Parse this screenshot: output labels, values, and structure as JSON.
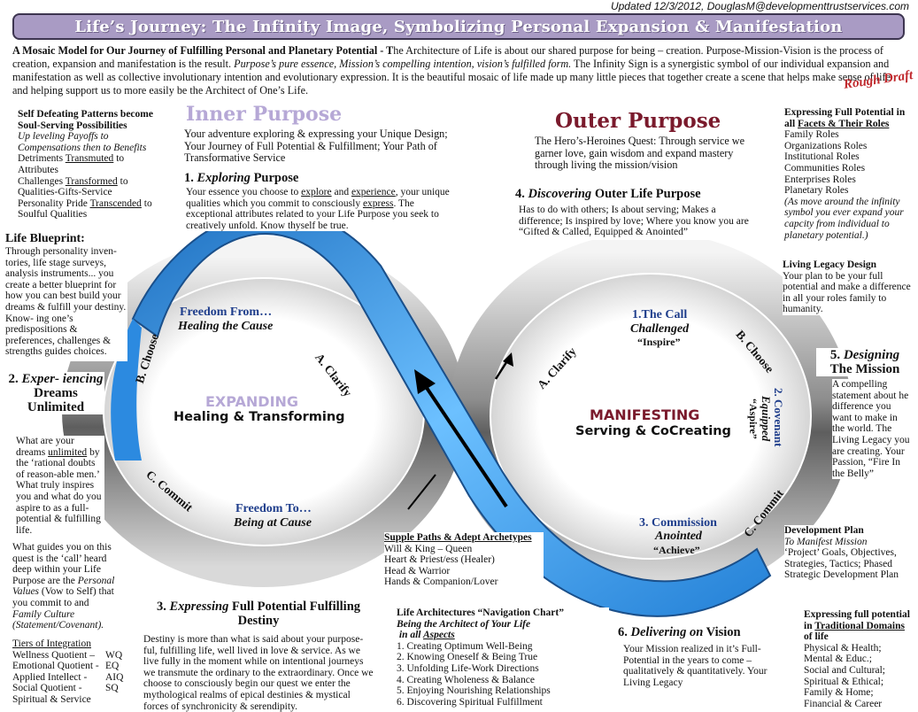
{
  "updated": "Updated 12/3/2012, DouglasM@developmenttrustservices.com",
  "title": "Life’s Journey: The Infinity Image, Symbolizing Personal Expansion & Manifestation",
  "intro": {
    "lead": "A Mosaic Model for Our Journey of Fulfilling Personal and Planetary Potential - T",
    "p1": "he Architecture of Life is about our shared purpose for being – creation. Purpose-Mission-Vision is the process of creation, expansion and manifestation is the result.",
    "p1_italic": "Purpose’s pure essence, Mission’s compelling intention, vision’s fulfilled form.",
    "p2": "The Infinity Sign is a synergistic symbol of our individual expansion and manifestation as well as collective involutionary intention and evolutionary expression. It is the beautiful mosaic of life made up many little pieces that together create a scene that helps make sense of life and helping support us to more easily be the Architect of One’s Life."
  },
  "rough_draft": "Rough Draft",
  "self_defeating": {
    "title": "Self Defeating Patterns become Soul-Serving Possibilities",
    "line1": "Up leveling Payoffs to Compensations then to Benefits",
    "d_pre": "Detriments ",
    "d_u": "Transmuted",
    "d_post": " to Attributes",
    "c_pre": "Challenges ",
    "c_u": "Transformed",
    "c_post": " to Qualities-Gifts-Service",
    "p_pre": "Personality Pride ",
    "p_u": "Transcended",
    "p_post": " to Soulful Qualities"
  },
  "life_blueprint": {
    "title": "Life Blueprint:",
    "body": "Through personality inven- tories, life stage surveys, analysis instruments... you create a better blueprint for how you can best build your dreams & fulfill your destiny. Know- ing one’s predispositions & preferences, challenges & strengths guides choices."
  },
  "experiencing": {
    "num": "2.",
    "word": "Exper- iencing",
    "rest": "Dreams Unlimited",
    "p_pre": "What are your dreams ",
    "p_u": "unlimited",
    "p_post": " by the ‘rational doubts of reason-able men.’ What truly inspires you and what do you aspire to as a full-potential & fulfilling life.",
    "q_pre": "What guides you on this quest is the ‘call’ heard deep within your Life Purpose are the ",
    "q_it1": "Personal Values",
    "q_mid": " (Vow to Self) that you commit to and ",
    "q_it2": "Family Culture (Statement/Covenant)."
  },
  "tiers": {
    "title": "Tiers of Integration",
    "rows": [
      {
        "label": "Wellness Quotient –",
        "code": "WQ"
      },
      {
        "label": "Emotional Quotient -",
        "code": "EQ"
      },
      {
        "label": "Applied Intellect -",
        "code": "AIQ"
      },
      {
        "label": "Social Quotient -",
        "code": "SQ"
      },
      {
        "label": "Spiritual & Service",
        "code": ""
      }
    ]
  },
  "inner": {
    "title": "Inner Purpose",
    "text": "Your adventure exploring & expressing your Unique Design; Your Journey of Full Potential & Fulfillment; Your Path of Transformative Service",
    "exploring_num": "1.",
    "exploring_word": "Exploring",
    "exploring_rest": "Purpose",
    "exploring_pre": "Your essence you choose to ",
    "exploring_u1": "explore",
    "exploring_and": " and ",
    "exploring_u2": "experience",
    "exploring_mid": ", your unique qualities which you commit to consciously ",
    "exploring_u3": "express",
    "exploring_post": ". The exceptional attributes related to your Life Purpose you seek to creatively unfold. Know thyself be true."
  },
  "outer": {
    "title": "Outer Purpose",
    "text": "The Hero’s-Heroines Quest: Through service we garner love, gain wisdom and expand mastery through living the mission/vision",
    "discovering_num": "4.",
    "discovering_word": "Discovering",
    "discovering_rest": "Outer Life Purpose",
    "discovering_text": "Has to do with others; Is about serving; Makes a difference; Is inspired by love; Where you know you are “Gifted & Called, Equipped & Anointed”"
  },
  "full_potential": {
    "title_pre": "Expressing Full Potential in all ",
    "title_u": "Facets & Their Roles",
    "roles": [
      "Family Roles",
      "Organizations Roles",
      "Institutional Roles",
      "Communities Roles",
      "Enterprises Roles",
      "Planetary Roles"
    ],
    "note": "(As move around the infinity symbol you ever expand your capcity from individual to planetary potential.)"
  },
  "living_legacy": {
    "title": "Living Legacy Design",
    "text": "Your plan to be your full potential and make a difference in all your roles family to humanity."
  },
  "designing": {
    "num": "5.",
    "word": "Designing",
    "rest": "The Mission",
    "text": "A compelling statement about he difference you want to make in the world. The Living Legacy you are creating. Your Passion, “Fire In the Belly”"
  },
  "development": {
    "title": "Development Plan",
    "sub": "To Manifest Mission",
    "text": "‘Project’ Goals, Objectives, Strategies, Tactics; Phased Strategic Development Plan"
  },
  "traditional": {
    "title_pre": "Expressing full potential in ",
    "title_u": "Traditional Domains",
    "title_post": " of life",
    "items": [
      "Physical & Health;",
      "Mental & Educ.;",
      "Social and Cultural;",
      "Spiritual & Ethical;",
      "Family & Home;",
      "Financial & Career"
    ]
  },
  "expressing": {
    "num": "3.",
    "word": "Expressing",
    "rest": "Full Potential Fulfilling Destiny",
    "text": "Destiny is more than what is said about your purpose-ful, fulfilling life, well lived in love & service. As we live fully in the moment while on intentional journeys we transmute the ordinary to the extraordinary. Once we choose to consciously begin our quest we enter the mythological realms of epical destinies & mystical forces of synchronicity & serendipity."
  },
  "supple": {
    "title": "Supple Paths & Adept Archetypes",
    "items": [
      "Will & King – Queen",
      "Heart & Priest/ess (Healer)",
      "Head & Warrior",
      "Hands & Companion/Lover"
    ]
  },
  "nav": {
    "title": "Life Architectures “Navigation Chart”",
    "sub1": "Being the Architect of Your Life",
    "sub2_pre": "in all ",
    "sub2_u": "Aspects",
    "items": [
      "1. Creating Optimum Well-Being",
      "2. Knowing Oneself & Being True",
      "3. Unfolding Life-Work Directions",
      "4. Creating Wholeness & Balance",
      "5. Enjoying Nourishing Relationships",
      "6. Discovering Spiritual Fulfillment"
    ]
  },
  "delivering": {
    "num": "6.",
    "word": "Delivering",
    "on": "on",
    "rest": "Vision",
    "text": "Your Mission realized in it’s Full-Potential in the years to come – qualitatively & quantitatively. Your Living Legacy"
  },
  "left_circle": {
    "freedom_from": "Freedom From…",
    "healing_cause": "Healing the Cause",
    "choose": "B. Choose",
    "clarify": "A. Clarify",
    "commit": "C. Commit",
    "expanding": "EXPANDING",
    "healing_transforming": "Healing & Transforming",
    "freedom_to": "Freedom To…",
    "being_cause": "Being at Cause"
  },
  "right_circle": {
    "call": "1.The Call",
    "challenged": "Challenged",
    "inspire": "“Inspire”",
    "clarify": "A. Clarify",
    "choose": "B. Choose",
    "covenant": "2. Covenant",
    "equipped": "Equipped",
    "aspire": "“Aspire”",
    "manifesting": "MANIFESTING",
    "serving": "Serving & CoCreating",
    "commission": "3. Commission",
    "anointed": "Anointed",
    "achieve": "“Achieve”",
    "commit": "C. Commit"
  },
  "colors": {
    "banner": "#a99bc4",
    "inner_title": "#b6a8d6",
    "outer_title": "#7a1a2c",
    "manifesting": "#7a1a2c",
    "blue_label": "#1f3e8c",
    "infinity_blue": "#3aa0e8",
    "rough_draft": "#c0282c"
  }
}
